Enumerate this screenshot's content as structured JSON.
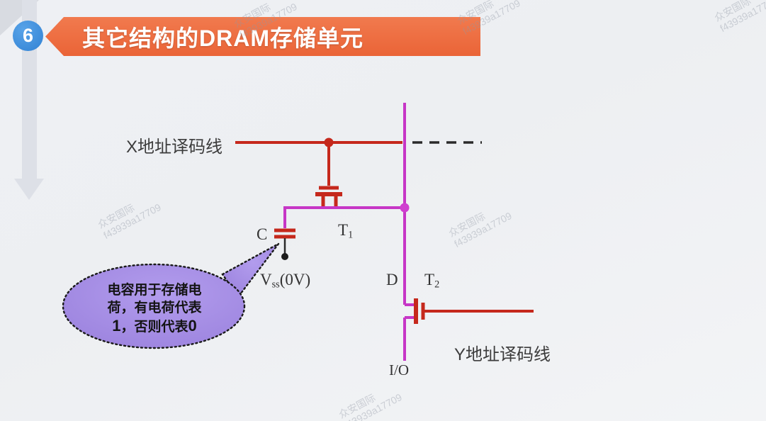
{
  "header": {
    "badge": "6",
    "title": "其它结构的DRAM存储单元"
  },
  "watermark": {
    "line1": "众安国际",
    "line2": "f43939a17709"
  },
  "circuit": {
    "x_decode_label": "X地址译码线",
    "y_decode_label": "Y地址译码线",
    "io_label": "I/O",
    "capacitor_label": "C",
    "node_d_label": "D",
    "t1_label": {
      "base": "T",
      "sub": "1"
    },
    "t2_label": {
      "base": "T",
      "sub": "2"
    },
    "vss_label": {
      "base": "V",
      "sub": "ss",
      "suffix": "(0V)"
    }
  },
  "callout": {
    "line1": "电容用于存储电",
    "line2": "荷，有电荷代表",
    "line3_start": "1",
    "line3_mid": "，否则代表",
    "line3_end": "0"
  },
  "colors": {
    "banner_orange": "#ed6d42",
    "badge_blue": "#3d8edc",
    "wire_red": "#c5281c",
    "wire_magenta": "#c636c6",
    "callout_purple": "#a48de4",
    "label_dark": "#3c3c3c"
  }
}
